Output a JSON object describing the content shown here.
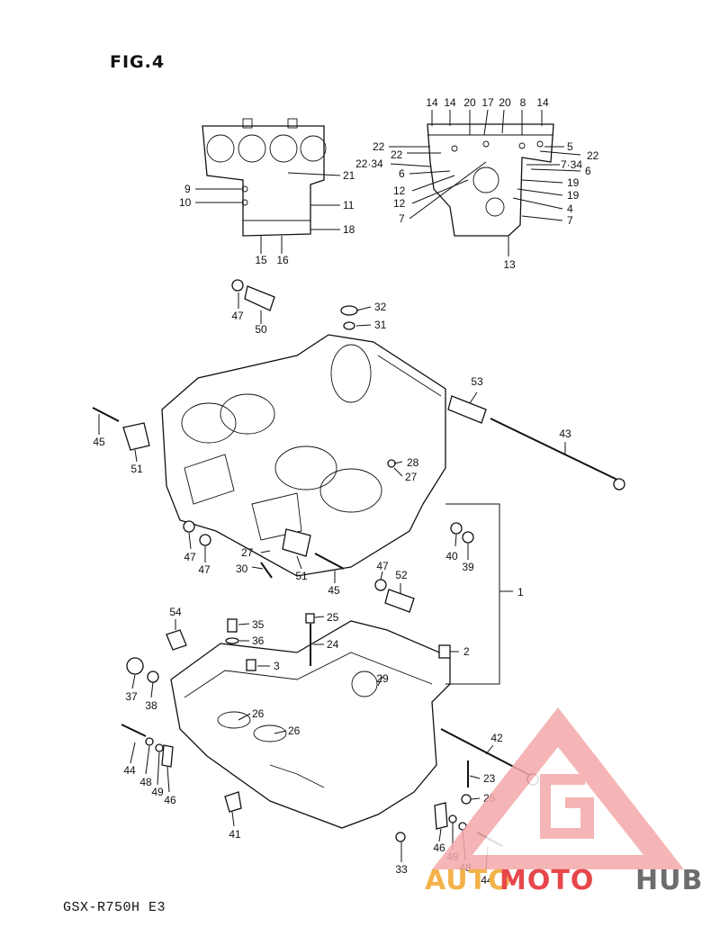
{
  "figure": {
    "title": "FIG.4",
    "model": "GSX-R750H  E3"
  },
  "watermark": {
    "word_auto": "AUTO",
    "word_moto": "MOTO",
    "word_hub": "HUB",
    "color_red": "#e8474c",
    "color_orange": "#f3b24a",
    "color_grey": "#6d6d6d",
    "logo_fill": "#f4a9aa"
  },
  "callouts": [
    "14",
    "14",
    "20",
    "17",
    "20",
    "8",
    "14",
    "22",
    "22",
    "22·34",
    "6",
    "12",
    "12",
    "7",
    "5",
    "22",
    "7·34",
    "6",
    "19",
    "19",
    "4",
    "7",
    "13",
    "9",
    "10",
    "21",
    "11",
    "18",
    "15",
    "16",
    "32",
    "31",
    "47",
    "50",
    "53",
    "43",
    "45",
    "51",
    "28",
    "27",
    "40",
    "39",
    "47",
    "47",
    "27",
    "30",
    "51",
    "45",
    "47",
    "52",
    "1",
    "54",
    "35",
    "36",
    "25",
    "24",
    "2",
    "3",
    "37",
    "38",
    "26",
    "26",
    "29",
    "42",
    "44",
    "48",
    "49",
    "46",
    "23",
    "25",
    "41",
    "46",
    "49",
    "48",
    "44",
    "33"
  ]
}
